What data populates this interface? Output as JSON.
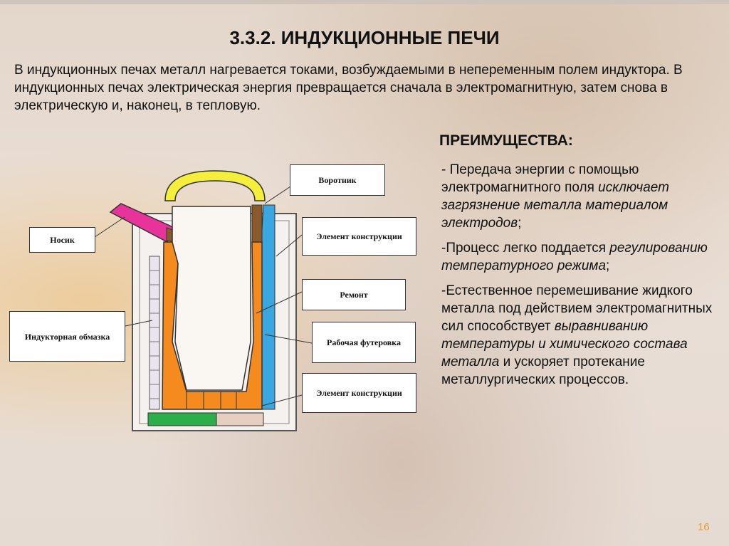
{
  "slide": {
    "title": "3.3.2. ИНДУКЦИОННЫЕ ПЕЧИ",
    "intro": "В индукционных печах металл нагревается токами, возбуждаемыми в непеременным полем индуктора. В индукционных печах электрическая энергия превращается сначала в электромагнитную, затем снова в электрическую и, наконец, в тепловую.",
    "advantages_title": "ПРЕИМУЩЕСТВА:",
    "advantages": [
      {
        "plain1": "- Передача энергии с помощью электромагнитного поля ",
        "em": "исключает загрязнение металла материалом электродов",
        "plain2": ";"
      },
      {
        "plain1": "-Процесс легко поддается ",
        "em": "регулированию температурного режима",
        "plain2": ";"
      },
      {
        "plain1": "-Естественное перемешивание жидкого металла под действием электромагнитных сил способствует ",
        "em": "выравниванию температуры и химического состава металла",
        "plain2": " и ускоряет протекание металлургических процессов."
      }
    ],
    "page_number": "16"
  },
  "diagram_labels": {
    "vorotnik": "Воротник",
    "element1": "Элемент конструкции",
    "remont": "Ремонт",
    "futerovka": "Рабочая футеровка",
    "element2": "Элемент конструкции",
    "nosik": "Носик",
    "obmazka": "Индукторная обмазка"
  }
}
